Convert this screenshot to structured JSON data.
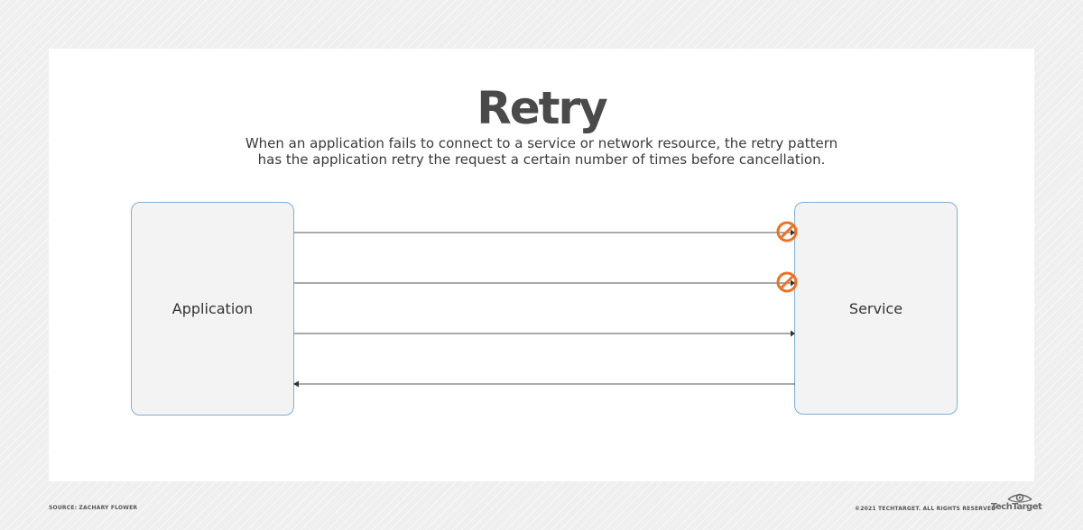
{
  "diagram": {
    "title": "Retry",
    "subtitle_line1": "When an application fails to connect to a service or network resource, the retry pattern",
    "subtitle_line2": "has the application retry the request a certain number of times before cancellation.",
    "nodes": {
      "application": "Application",
      "service": "Service"
    },
    "arrows": [
      {
        "from": "application",
        "to": "service",
        "status": "failed"
      },
      {
        "from": "application",
        "to": "service",
        "status": "failed"
      },
      {
        "from": "application",
        "to": "service",
        "status": "success"
      },
      {
        "from": "service",
        "to": "application",
        "status": "response"
      }
    ],
    "colors": {
      "failure_icon": "#f07021",
      "box_border": "#7eb0d6",
      "box_fill": "#f3f3f3",
      "line": "#555555"
    }
  },
  "footer": {
    "source": "SOURCE: ZACHARY FLOWER",
    "copyright": "©2021 TECHTARGET. ALL RIGHTS RESERVED",
    "logo_text": "TechTarget"
  }
}
